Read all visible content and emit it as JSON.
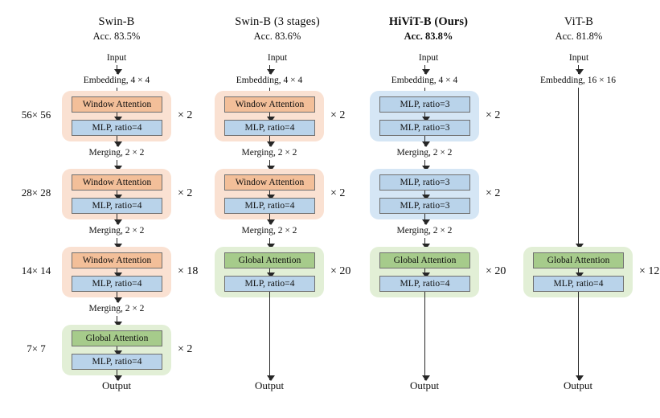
{
  "figure": {
    "kind": "neural-network-architecture-comparison",
    "columns": [
      {
        "id": "swin-b",
        "title": "Swin-B",
        "title_bold": false,
        "accuracy": "Acc. 83.5%",
        "input_label": "Input",
        "embedding_label": "Embedding, 4 × 4",
        "output_label": "Output",
        "stages": [
          {
            "resolution": "56× 56",
            "multiplier": "× 2",
            "tint": "orange",
            "blocks": [
              {
                "label": "Window Attention",
                "style": "attn-window"
              },
              {
                "label": "MLP, ratio=4",
                "style": "mlp"
              }
            ],
            "merging_after": "Merging, 2 × 2"
          },
          {
            "resolution": "28× 28",
            "multiplier": "× 2",
            "tint": "orange",
            "blocks": [
              {
                "label": "Window Attention",
                "style": "attn-window"
              },
              {
                "label": "MLP, ratio=4",
                "style": "mlp"
              }
            ],
            "merging_after": "Merging, 2 × 2"
          },
          {
            "resolution": "14× 14",
            "multiplier": "× 18",
            "tint": "orange",
            "blocks": [
              {
                "label": "Window Attention",
                "style": "attn-window"
              },
              {
                "label": "MLP, ratio=4",
                "style": "mlp"
              }
            ],
            "merging_after": "Merging, 2 × 2"
          },
          {
            "resolution": "7× 7",
            "multiplier": "× 2",
            "tint": "green",
            "blocks": [
              {
                "label": "Global Attention",
                "style": "attn-global"
              },
              {
                "label": "MLP, ratio=4",
                "style": "mlp"
              }
            ],
            "merging_after": null
          }
        ]
      },
      {
        "id": "swin-b-3-stages",
        "title": "Swin-B (3 stages)",
        "title_bold": false,
        "accuracy": "Acc. 83.6%",
        "input_label": "Input",
        "embedding_label": "Embedding, 4 × 4",
        "output_label": "Output",
        "stages": [
          {
            "resolution": null,
            "multiplier": "× 2",
            "tint": "orange",
            "blocks": [
              {
                "label": "Window Attention",
                "style": "attn-window"
              },
              {
                "label": "MLP, ratio=4",
                "style": "mlp"
              }
            ],
            "merging_after": "Merging, 2 × 2"
          },
          {
            "resolution": null,
            "multiplier": "× 2",
            "tint": "orange",
            "blocks": [
              {
                "label": "Window Attention",
                "style": "attn-window"
              },
              {
                "label": "MLP, ratio=4",
                "style": "mlp"
              }
            ],
            "merging_after": "Merging, 2 × 2"
          },
          {
            "resolution": null,
            "multiplier": "× 20",
            "tint": "green",
            "blocks": [
              {
                "label": "Global Attention",
                "style": "attn-global"
              },
              {
                "label": "MLP, ratio=4",
                "style": "mlp"
              }
            ],
            "merging_after": null
          }
        ]
      },
      {
        "id": "hivit-b",
        "title": "HiViT-B (Ours)",
        "title_bold": true,
        "accuracy": "Acc. 83.8%",
        "input_label": "Input",
        "embedding_label": "Embedding, 4 × 4",
        "output_label": "Output",
        "stages": [
          {
            "resolution": null,
            "multiplier": "× 2",
            "tint": "blue",
            "blocks": [
              {
                "label": "MLP, ratio=3",
                "style": "mlp"
              },
              {
                "label": "MLP, ratio=3",
                "style": "mlp"
              }
            ],
            "merging_after": "Merging, 2 × 2"
          },
          {
            "resolution": null,
            "multiplier": "× 2",
            "tint": "blue",
            "blocks": [
              {
                "label": "MLP, ratio=3",
                "style": "mlp"
              },
              {
                "label": "MLP, ratio=3",
                "style": "mlp"
              }
            ],
            "merging_after": "Merging, 2 × 2"
          },
          {
            "resolution": null,
            "multiplier": "× 20",
            "tint": "green",
            "blocks": [
              {
                "label": "Global Attention",
                "style": "attn-global"
              },
              {
                "label": "MLP, ratio=4",
                "style": "mlp"
              }
            ],
            "merging_after": null
          }
        ]
      },
      {
        "id": "vit-b",
        "title": "ViT-B",
        "title_bold": false,
        "accuracy": "Acc. 81.8%",
        "input_label": "Input",
        "embedding_label": "Embedding, 16 × 16",
        "output_label": "Output",
        "stages": [
          {
            "resolution": null,
            "multiplier": "× 12",
            "tint": "green",
            "blocks": [
              {
                "label": "Global Attention",
                "style": "attn-global"
              },
              {
                "label": "MLP, ratio=4",
                "style": "mlp"
              }
            ],
            "merging_after": null
          }
        ]
      }
    ],
    "colors": {
      "stage_orange": "#fae1d2",
      "stage_blue": "#d5e6f5",
      "stage_green": "#e2efd6",
      "box_window_attention": "#f3bf99",
      "box_global_attention": "#a6cb8b",
      "box_mlp": "#b9d3ea",
      "box_border": "#6f6f6f",
      "arrow": "#262626",
      "background": "#ffffff",
      "text": "#0d0d0d"
    }
  }
}
